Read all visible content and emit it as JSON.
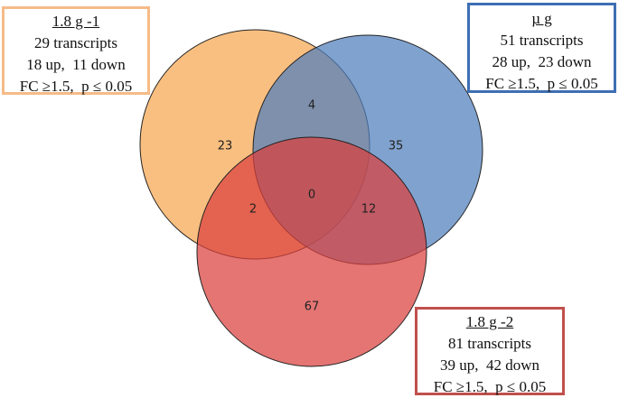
{
  "sets": [
    {
      "key": "a",
      "title": "1.8 g -1",
      "lines": [
        "29 transcripts",
        "18 up,  11 down",
        "FC ≥1.5,  p ≤ 0.05"
      ],
      "fill": "#f7a64f",
      "border": "#f5bb87"
    },
    {
      "key": "b",
      "title": "µ g",
      "lines": [
        "51 transcripts",
        "28 up,  23 down",
        "FC ≥1.5,  p ≤ 0.05"
      ],
      "fill": "#4f7ebd",
      "border": "#3e6fb3"
    },
    {
      "key": "c",
      "title": "1.8 g -2",
      "lines": [
        "81 transcripts",
        "39 up,  42 down",
        "FC ≥1.5,  p ≤ 0.05"
      ],
      "fill": "#d9403d",
      "border": "#c0504d"
    }
  ],
  "regions": {
    "only_a": "23",
    "only_b": "35",
    "only_c": "67",
    "a_b": "4",
    "a_c": "2",
    "b_c": "12",
    "a_b_c": "0"
  }
}
